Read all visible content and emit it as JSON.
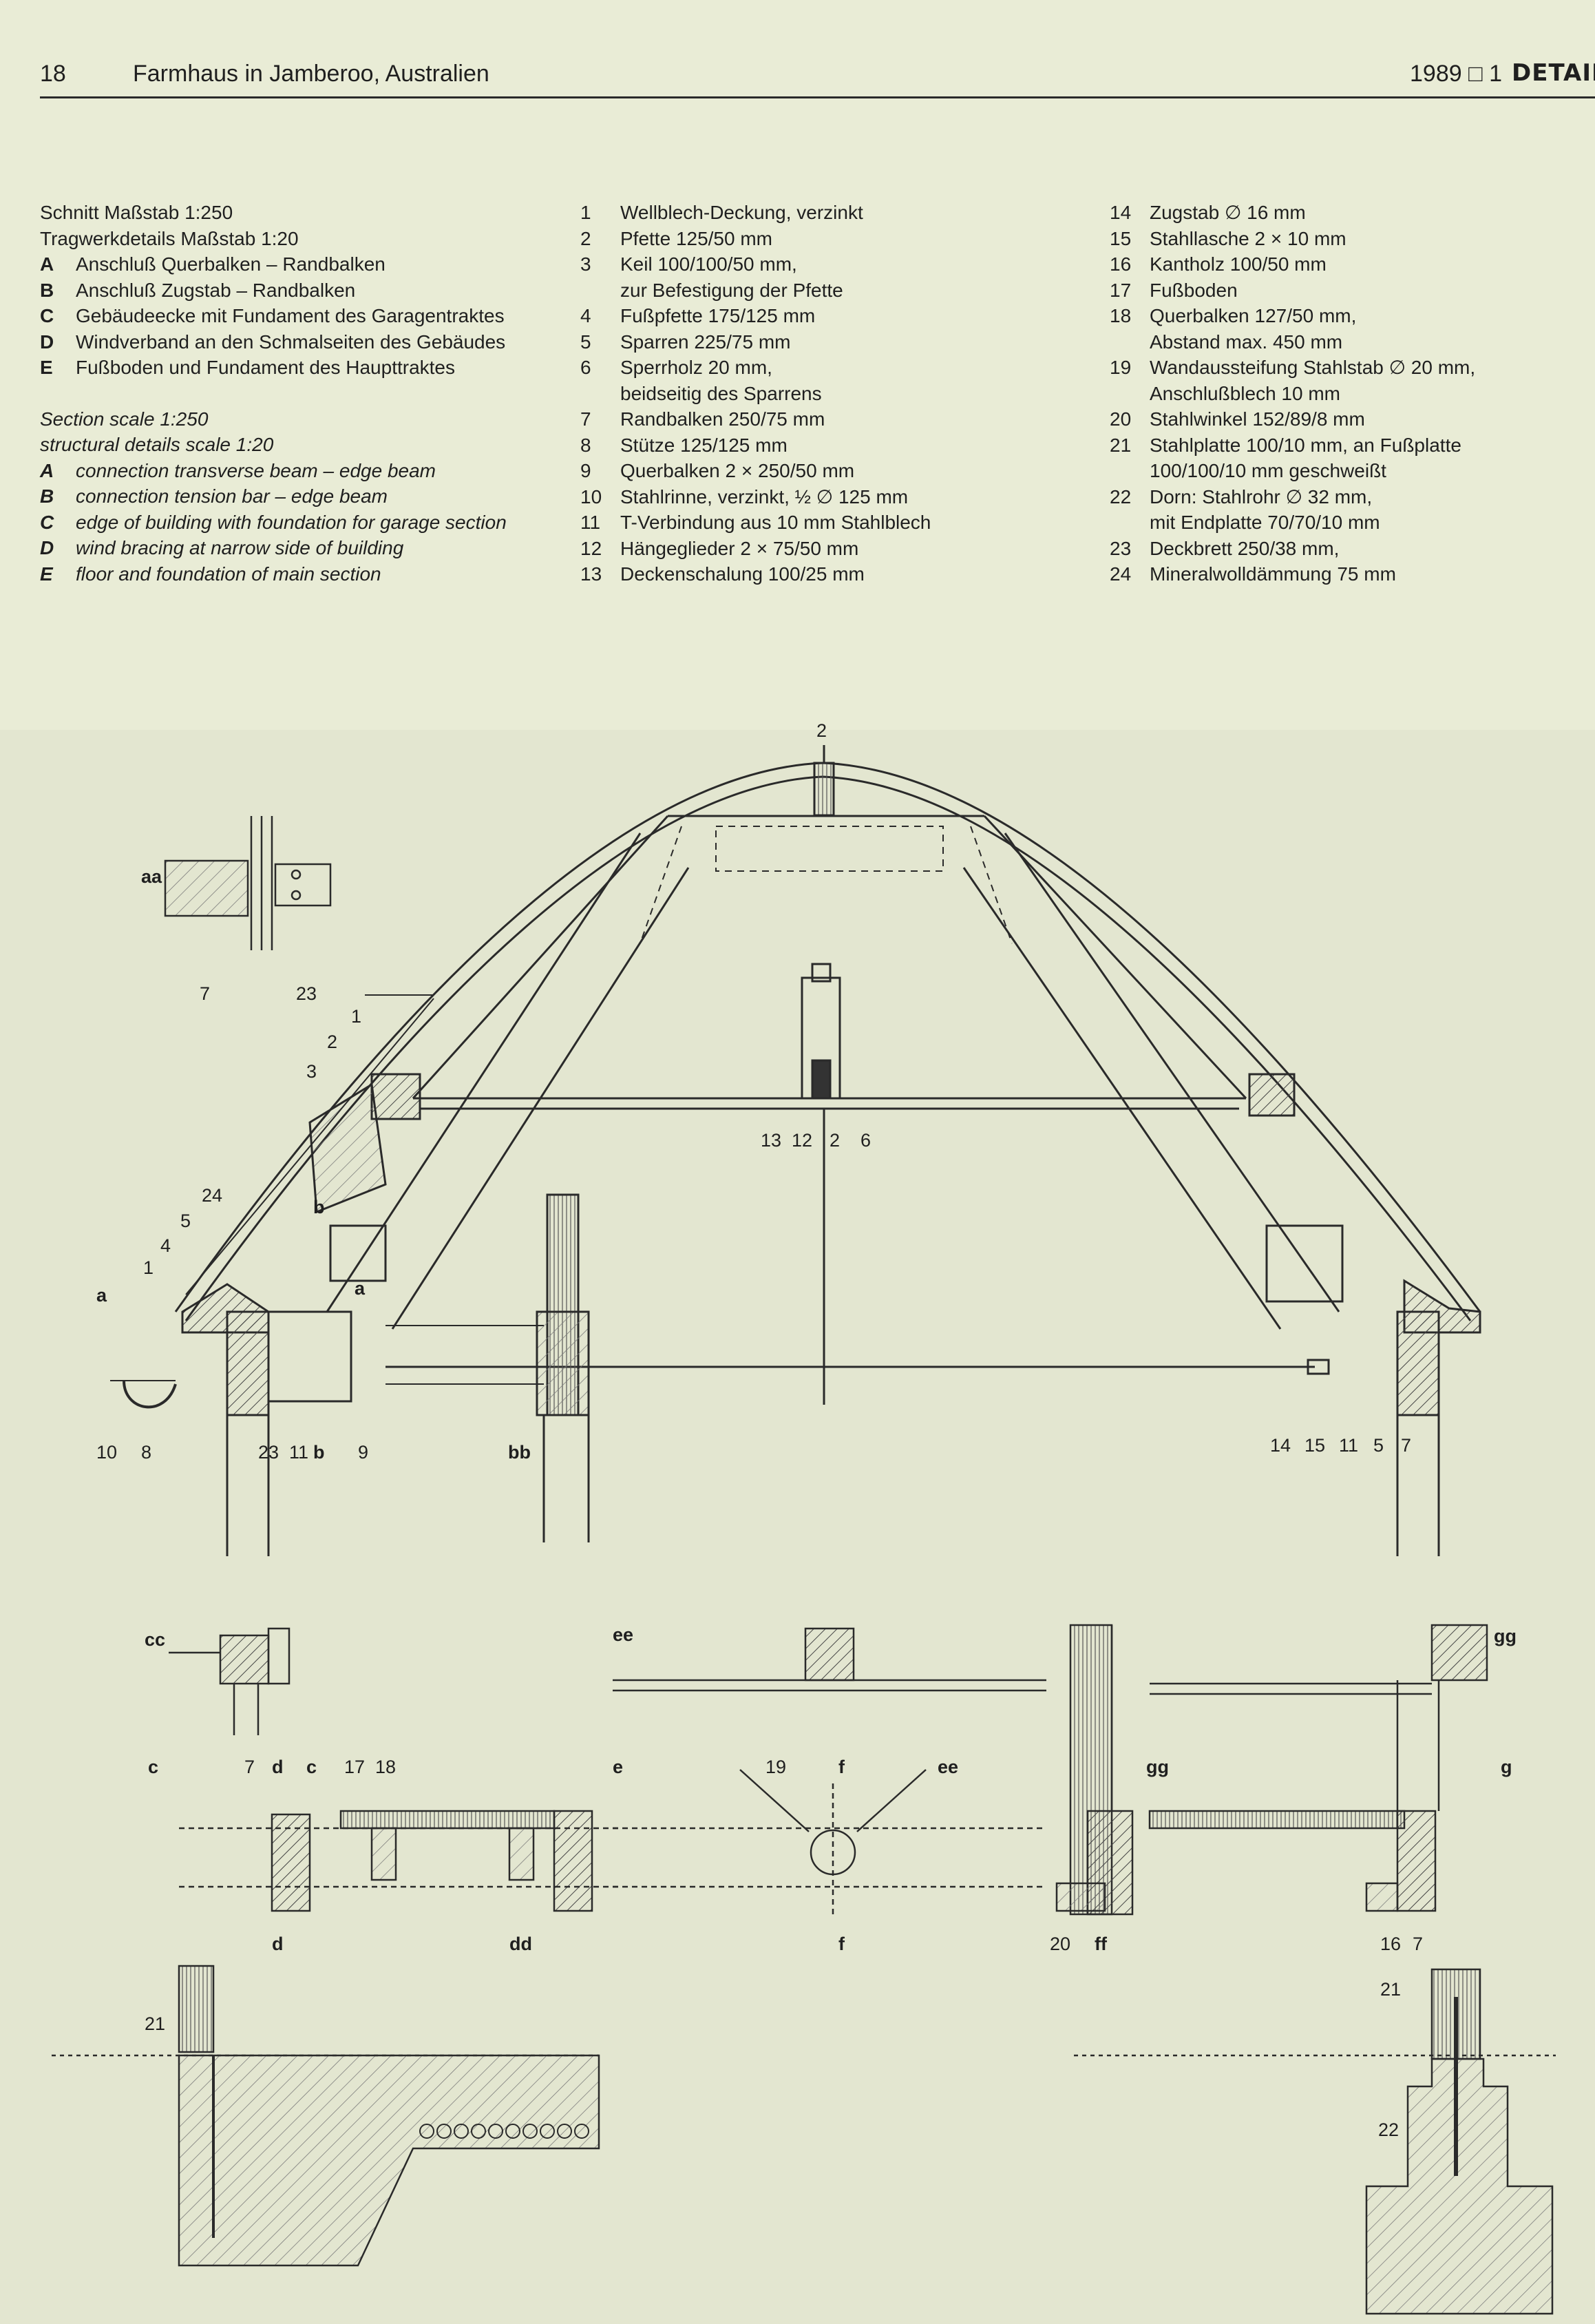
{
  "header": {
    "page_number": "18",
    "title": "Farmhaus in Jamberoo, Australien",
    "issue": "1989 □ 1",
    "logo_text": "DETAIL"
  },
  "legend_de": {
    "schnitt": "Schnitt Maßstab 1:250",
    "tragwerk": "Tragwerkdetails Maßstab 1:20",
    "items": [
      {
        "key": "A",
        "text": "Anschluß Querbalken – Randbalken"
      },
      {
        "key": "B",
        "text": "Anschluß Zugstab – Randbalken"
      },
      {
        "key": "C",
        "text": "Gebäudeecke mit Fundament des Garagentraktes"
      },
      {
        "key": "D",
        "text": "Windverband an den Schmalseiten des Gebäudes"
      },
      {
        "key": "E",
        "text": "Fußboden und Fundament des Haupttraktes"
      }
    ]
  },
  "legend_en": {
    "section": "Section scale 1:250",
    "structural": "structural details scale 1:20",
    "items": [
      {
        "key": "A",
        "text": "connection transverse beam – edge beam"
      },
      {
        "key": "B",
        "text": "connection tension bar – edge beam"
      },
      {
        "key": "C",
        "text": "edge of building with foundation for garage section"
      },
      {
        "key": "D",
        "text": "wind bracing at narrow side of building"
      },
      {
        "key": "E",
        "text": "floor and foundation of main section"
      }
    ]
  },
  "parts_col2": [
    {
      "n": "1",
      "text": "Wellblech-Deckung, verzinkt"
    },
    {
      "n": "2",
      "text": "Pfette 125/50 mm"
    },
    {
      "n": "3",
      "text": "Keil 100/100/50 mm,"
    },
    {
      "n": "",
      "text": "zur Befestigung der Pfette"
    },
    {
      "n": "4",
      "text": "Fußpfette 175/125 mm"
    },
    {
      "n": "5",
      "text": "Sparren 225/75 mm"
    },
    {
      "n": "6",
      "text": "Sperrholz 20 mm,"
    },
    {
      "n": "",
      "text": "beidseitig des Sparrens"
    },
    {
      "n": "7",
      "text": "Randbalken 250/75 mm"
    },
    {
      "n": "8",
      "text": "Stütze 125/125 mm"
    },
    {
      "n": "9",
      "text": "Querbalken 2 × 250/50 mm"
    },
    {
      "n": "10",
      "text": "Stahlrinne, verzinkt, ½ ∅ 125 mm"
    },
    {
      "n": "11",
      "text": "T-Verbindung aus 10 mm Stahlblech"
    },
    {
      "n": "12",
      "text": "Hängeglieder 2 × 75/50 mm"
    },
    {
      "n": "13",
      "text": "Deckenschalung 100/25 mm"
    }
  ],
  "parts_col3": [
    {
      "n": "14",
      "text": "Zugstab ∅ 16 mm"
    },
    {
      "n": "15",
      "text": "Stahllasche 2 × 10 mm"
    },
    {
      "n": "16",
      "text": "Kantholz 100/50 mm"
    },
    {
      "n": "17",
      "text": "Fußboden"
    },
    {
      "n": "18",
      "text": "Querbalken 127/50 mm,"
    },
    {
      "n": "",
      "text": "Abstand max. 450 mm"
    },
    {
      "n": "19",
      "text": "Wandaussteifung Stahlstab ∅ 20 mm,"
    },
    {
      "n": "",
      "text": "Anschlußblech 10 mm"
    },
    {
      "n": "20",
      "text": "Stahlwinkel 152/89/8 mm"
    },
    {
      "n": "21",
      "text": "Stahlplatte 100/10 mm, an Fußplatte"
    },
    {
      "n": "",
      "text": "100/100/10 mm geschweißt"
    },
    {
      "n": "22",
      "text": "Dorn: Stahlrohr ∅ 32 mm,"
    },
    {
      "n": "",
      "text": "mit Endplatte 70/70/10 mm"
    },
    {
      "n": "23",
      "text": "Deckbrett 250/38 mm,"
    },
    {
      "n": "24",
      "text": "Mineralwolldämmung 75 mm"
    }
  ],
  "drawing_labels": {
    "n1": "1",
    "n2": "2",
    "n3": "3",
    "n4": "4",
    "n5": "5",
    "n6": "6",
    "n7": "7",
    "n8": "8",
    "n9": "9",
    "n10": "10",
    "n11": "11",
    "n12": "12",
    "n13": "13",
    "n14": "14",
    "n15": "15",
    "n16": "16",
    "n17": "17",
    "n18": "18",
    "n19": "19",
    "n20": "20",
    "n21": "21",
    "n22": "22",
    "n23": "23",
    "n24": "24",
    "aa": "aa",
    "a": "a",
    "b": "b",
    "bb": "bb",
    "cc": "cc",
    "c": "c",
    "d": "d",
    "dd": "dd",
    "ee": "ee",
    "e": "e",
    "f": "f",
    "ff": "ff",
    "gg": "gg",
    "g": "g"
  }
}
